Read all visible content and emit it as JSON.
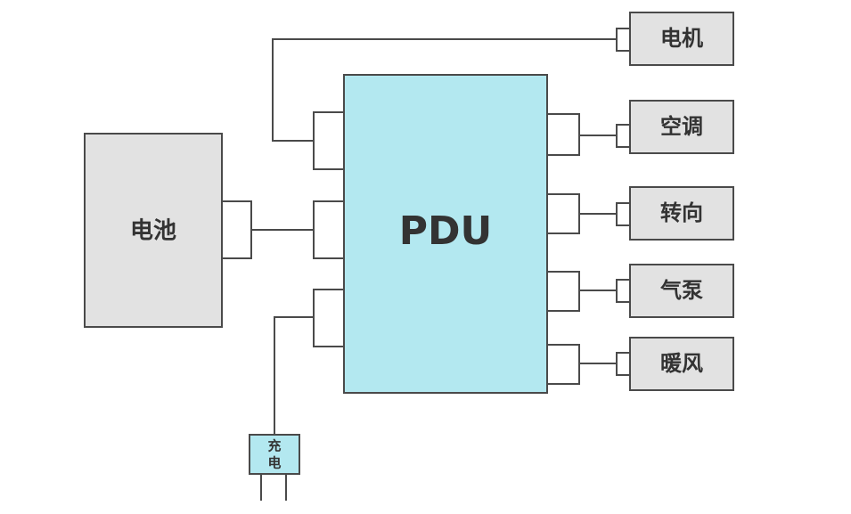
{
  "colors": {
    "pdu_fill": "#b3e8f0",
    "gray_fill": "#e2e2e2",
    "connector_fill": "#ffffff",
    "line": "#4a4a4a",
    "text": "#333333"
  },
  "pdu": {
    "label": "PDU"
  },
  "battery": {
    "label": "电池"
  },
  "charger": {
    "line1": "充",
    "line2": "电"
  },
  "loads": [
    {
      "label": "电机"
    },
    {
      "label": "空调"
    },
    {
      "label": "转向"
    },
    {
      "label": "气泵"
    },
    {
      "label": "暖风"
    }
  ]
}
